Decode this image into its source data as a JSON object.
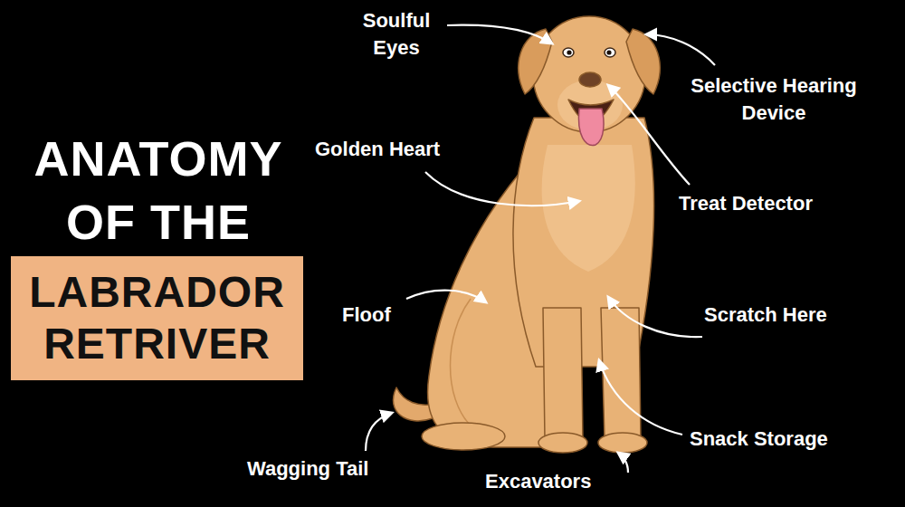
{
  "diagram": {
    "title": "ANATOMY OF THE",
    "nodes": [
      {
        "text": [
          "LABRADOR RETRIVER"
        ]
      }
    ],
    "labels": [
      "Soulful Eyes",
      "Selective Hearing Device",
      "Golden Heart",
      "Treat Detector",
      "Floof",
      "Scratch Here",
      "Wagging Tail",
      "Snack Storage",
      "Excavators"
    ]
  }
}
